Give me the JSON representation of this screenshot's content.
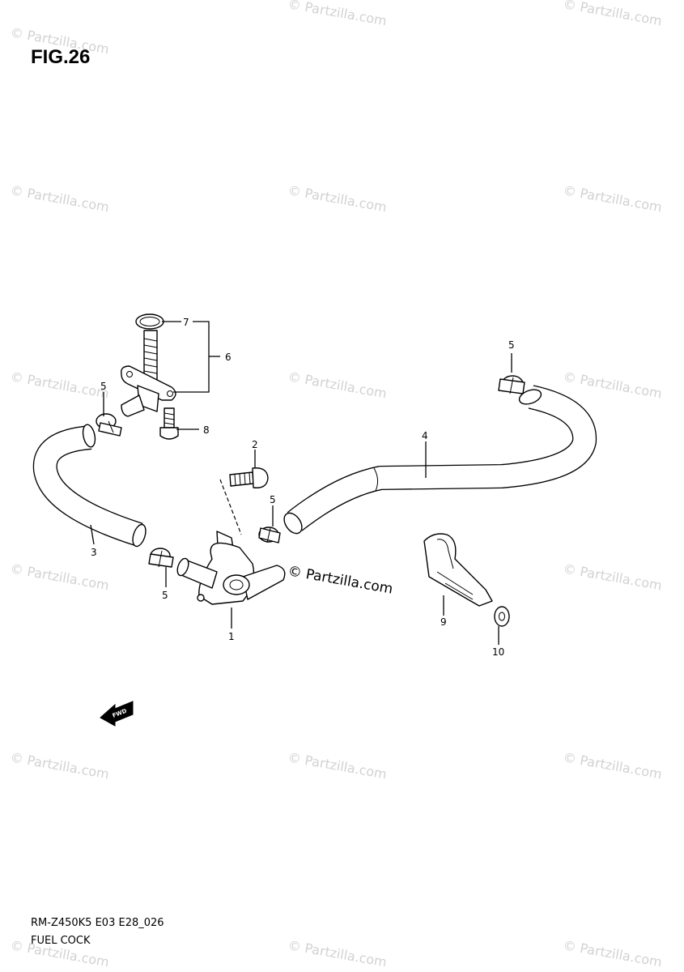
{
  "figure": {
    "title": "FIG.26"
  },
  "watermark": {
    "text": "© Partzilla.com"
  },
  "brand_label": "© Partzilla.com",
  "forward_arrow": {
    "label": "FWD",
    "icon": "forward-arrow-icon"
  },
  "callouts": {
    "c1": "1",
    "c2": "2",
    "c3": "3",
    "c4": "4",
    "c5a": "5",
    "c5b": "5",
    "c5c": "5",
    "c5d": "5",
    "c6": "6",
    "c7": "7",
    "c8": "8",
    "c9": "9",
    "c10": "10"
  },
  "footer": {
    "model_code": "RM-Z450K5 E03 E28_026",
    "section_name": "FUEL COCK"
  }
}
